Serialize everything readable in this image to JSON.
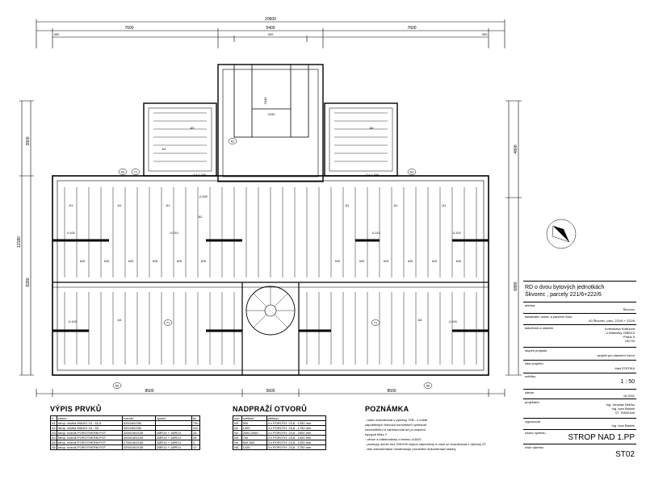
{
  "dims": {
    "total": "20600",
    "top_segments": [
      "7600",
      "5400",
      "7600"
    ],
    "left_total": "12180",
    "left_upper": "3900",
    "left_lower": "8280",
    "right_upper": "4800",
    "right_lower": "6880",
    "bottom_left": "8500",
    "bottom_mid": "3600",
    "bottom_right": "8500",
    "walls": [
      "300",
      "300",
      "300"
    ],
    "stair_width": "2100",
    "stair_depth": "2940",
    "joist_spacing": "625"
  },
  "labels": {
    "elements": [
      "A1",
      "A2",
      "A3",
      "A4",
      "A5",
      "A6",
      "A6"
    ],
    "openings": [
      "N1",
      "N2",
      "N3",
      "N4",
      "N5",
      "T1",
      "T2"
    ],
    "levels": [
      "-0,100",
      "-0,210",
      "-0,250"
    ],
    "tie": [
      "-2 x 1 240",
      "-2 x 1 240"
    ]
  },
  "parts_table": {
    "title": "VÝPIS PRVKŮ",
    "headers": [
      "č.",
      "název",
      "rozměr",
      "výztuž",
      "ks"
    ],
    "rows": [
      [
        "A1",
        "strop. vložka MIAKO 15 - 62,5",
        "525/160/250",
        "",
        "730"
      ],
      [
        "A2",
        "strop. vložka MIAKO 15 - 50",
        "400/160/250",
        "",
        "310"
      ],
      [
        "A3",
        "strop. nosník POROTHERM POT",
        "3250/160/135",
        "2ØR14 + 1ØR14",
        "33"
      ],
      [
        "A4",
        "strop. nosník POROTHERM POT",
        "4000/160/135",
        "2ØR14 + 1ØR14",
        "28"
      ],
      [
        "A5",
        "strop. nosník POROTHERM POT",
        "2750/160/135",
        "2ØR14 + 1ØR14",
        "4"
      ],
      [
        "A6",
        "strop. nosník POROTHERM POT",
        "3250/160/135",
        "2ØR14 + 1ØR14",
        "12"
      ]
    ]
  },
  "lintel_table": {
    "title": "NADPRAŽÍ OTVORŮ",
    "headers": [
      "ozn.",
      "světlost",
      "překlad"
    ],
    "rows": [
      [
        "N3",
        "900",
        "4 x POROTH. 23,8 - 1250 mm"
      ],
      [
        "N1",
        "1400",
        "4 x POROTH. 23,8 - 1750 mm"
      ],
      [
        "N2",
        "2000-2060",
        "4 x POROTH. 23,8 - 2500 mm"
      ],
      [
        "N3",
        "700",
        "3 x POROTH. 23,8 - 1000 mm"
      ],
      [
        "N4",
        "800-900",
        "3 x POROTH. 23,8 - 1250 mm"
      ],
      [
        "N5",
        "1425",
        "3 x POROTH. 23,8 - 1750 mm"
      ]
    ]
  },
  "notes": {
    "title": "POZNÁMKA",
    "items": [
      "- nutno koordinovat s výkresy TZB - v místě",
      "  zapuštěných trubních konvektorů vynechat",
      "  zmonolitnění a zabetonovat až po osazení",
      "  topných těles !!",
      "- věnce a zabetonávky z betonu c16/20",
      "- prostupy menší než 200/200 nejsou zakresleny a musí se koordinovat s výkresy ZT",
      "- tato dokumentace nenahrazuje prováděcí dokumentaci stavby"
    ]
  },
  "title_block": {
    "project": "RD o dvou bytových jednotkách",
    "project_line2": "Škvorec , parcely 221/6+222/6",
    "address_label": "adresa",
    "address": "Škvorec",
    "cadastre_label": "katastrální území a parcelní číslo",
    "cadastre": "ků Škvorec, parc. 221/6 + 222/6",
    "owner_label": "stavebník a vlastník",
    "owner": [
      "Květoslava Kollinová",
      "U Blaženky 2080/10",
      "Praha 5",
      "150 00"
    ],
    "stage_label": "stupeň projektu",
    "stage": "projekt pro stavební řízení",
    "part_label": "část projektu",
    "part": "část STATIKA",
    "scale_label": "měřítko",
    "scale": "1 : 50",
    "date_label": "datum",
    "date": "10.2011",
    "designer_label": "projektant",
    "designer": [
      "Ing. Jaroslav Bršťko",
      "Ing. Ivan Blažek",
      "IČ: 76502184"
    ],
    "drawn_label": "vypracoval",
    "drawn": "Ing. Ivan Blažek",
    "title_label": "název výkresu",
    "drawing_title": "STROP NAD 1.PP",
    "number_label": "číslo výkresu",
    "number": "ST02"
  }
}
